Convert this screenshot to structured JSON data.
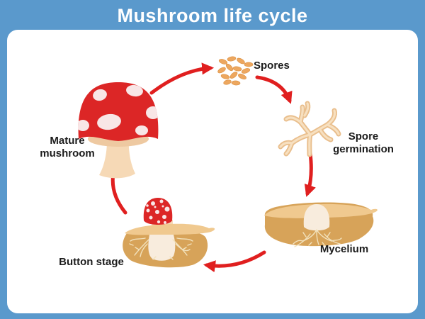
{
  "header": {
    "title": "Mushroom life cycle"
  },
  "colors": {
    "background-blue": "#5a99cc",
    "panel-white": "#ffffff",
    "arrow-red": "#e01f1f",
    "cap-red": "#dc2626",
    "cap-spot": "#f8e6e6",
    "stem-cream": "#f6d9b6",
    "gill-tan": "#eec9a1",
    "spore-orange": "#eda75f",
    "hypha-outline": "#e9be8c",
    "hypha-fill": "#f7e0c0",
    "soil-dark": "#d7a359",
    "soil-light": "#f0c98f",
    "soil-thread": "#f2e2bd",
    "egg-cream": "#f8ecdd",
    "label-black": "#1c1c1c"
  },
  "stages": {
    "spores": {
      "label": "Spores"
    },
    "germination": {
      "label": "Spore germination"
    },
    "mycelium": {
      "label": "Mycelium"
    },
    "button": {
      "label": "Button stage"
    },
    "mature": {
      "label": "Mature mushroom"
    }
  }
}
